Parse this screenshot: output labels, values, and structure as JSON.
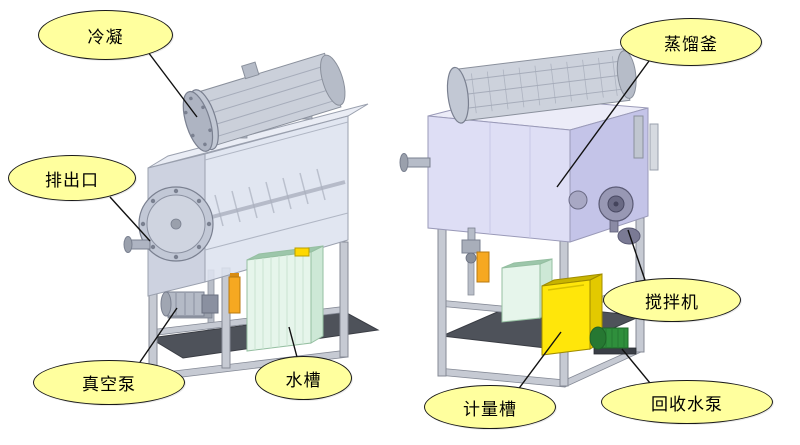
{
  "diagram": {
    "type": "annotated-machine-diagram",
    "callouts": [
      {
        "part": "condenser",
        "label": "冷凝"
      },
      {
        "part": "discharge-outlet",
        "label": "排出口"
      },
      {
        "part": "vacuum-pump",
        "label": "真空泵"
      },
      {
        "part": "water-tank",
        "label": "水槽"
      },
      {
        "part": "distillation-kettle",
        "label": "蒸馏釜"
      },
      {
        "part": "agitator",
        "label": "搅拌机"
      },
      {
        "part": "metering-tank",
        "label": "计量槽"
      },
      {
        "part": "recovery-water-pump",
        "label": "回收水泵"
      }
    ],
    "colors": {
      "callout_fill": "#FFFF9E",
      "callout_border": "#1A1A1A",
      "leader_line": "#111111",
      "machine_metal": "#CBD0DA",
      "left_kettle_body": "#DDE2EF",
      "right_kettle_body": "#DEDEF5",
      "water_tank_green": "#E6F5EB",
      "metering_tank_yellow": "#FFE60A",
      "recovery_pump_green": "#2F8F3C",
      "accent_orange": "#F6A821",
      "platform_gray": "#4E525A"
    }
  }
}
